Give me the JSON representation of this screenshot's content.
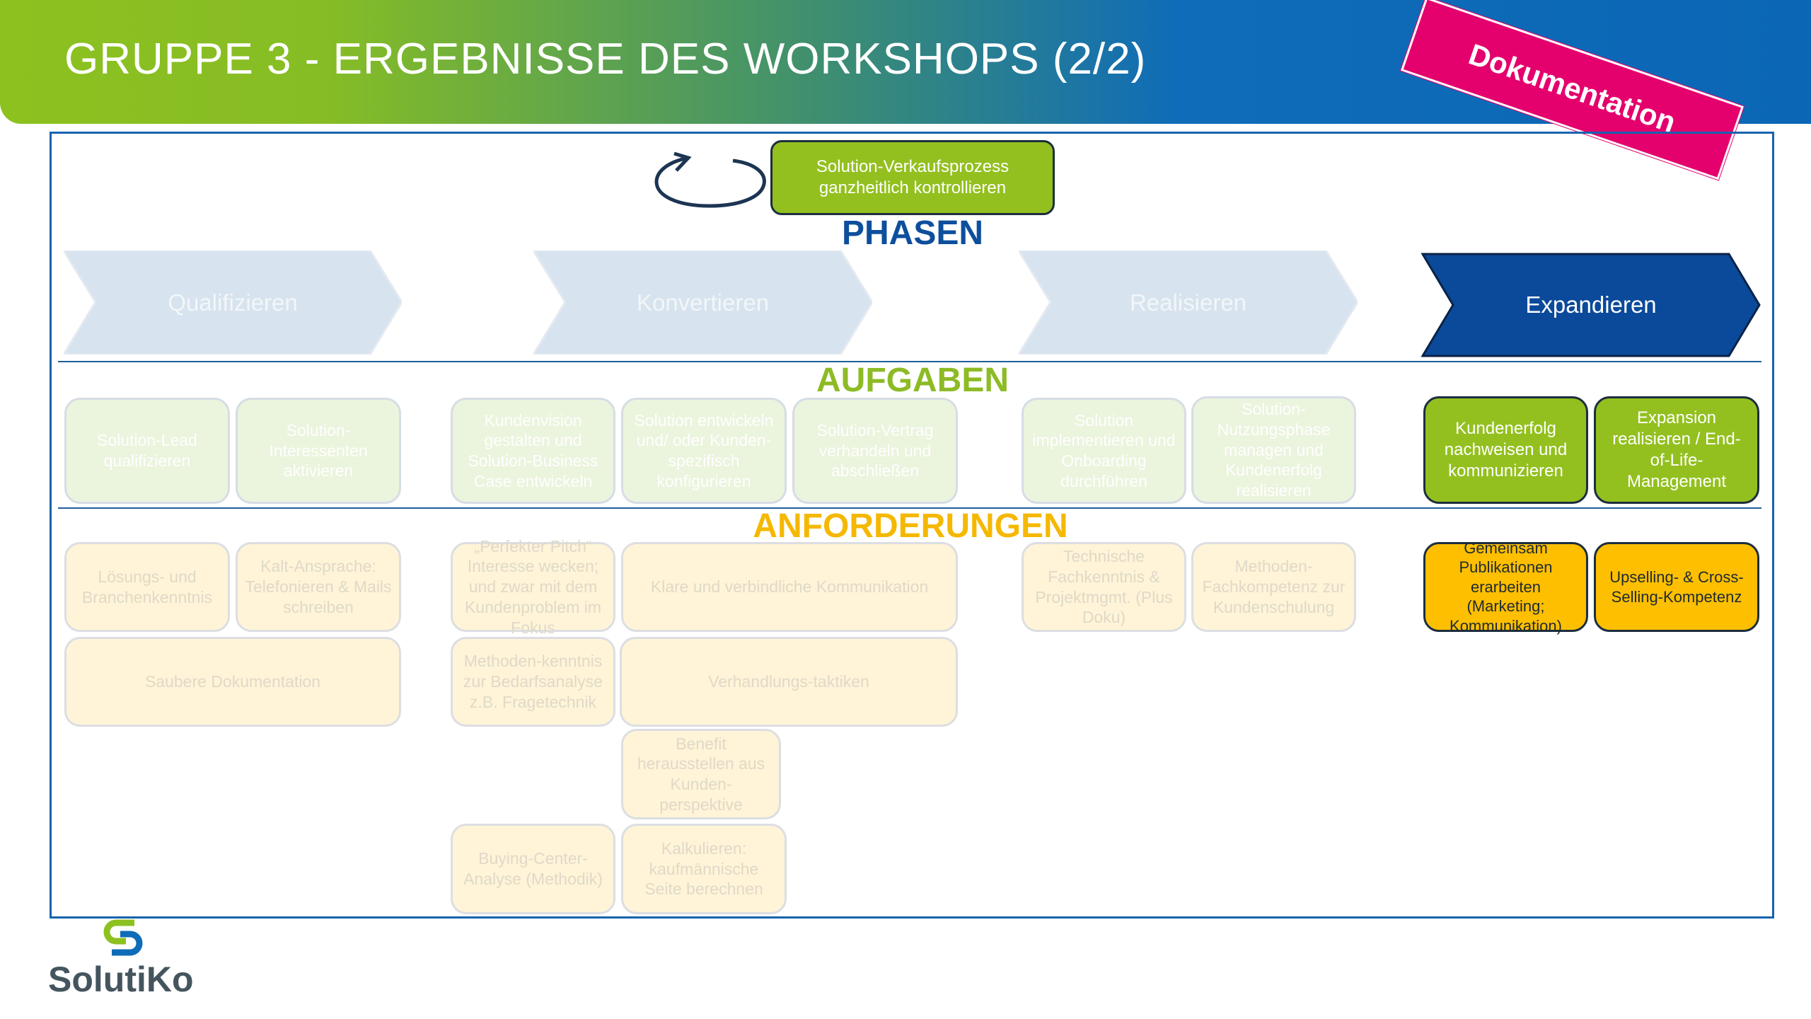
{
  "header": {
    "title": "GRUPPE 3 - ERGEBNISSE DES WORKSHOPS (2/2)",
    "stamp": "Dokumentation"
  },
  "top_box": "Solution-Verkaufsprozess ganzheitlich kontrollieren",
  "sections": {
    "phasen": "PHASEN",
    "aufgaben": "AUFGABEN",
    "anforderungen": "ANFORDERUNGEN"
  },
  "phases": [
    "Qualifizieren",
    "Konvertieren",
    "Realisieren",
    "Expandieren"
  ],
  "aufgaben": [
    "Solution-Lead qualifizieren",
    "Solution-Interessenten aktivieren",
    "Kundenvision gestalten und Solution-Business Case entwickeln",
    "Solution entwickeln und/ oder Kunden-spezifisch konfigurieren",
    "Solution-Vertrag verhandeln und abschließen",
    "Solution implementieren und Onboarding durchführen",
    "Solution-Nutzungsphase managen und Kundenerfolg realisieren",
    "Kundenerfolg nachweisen und kommunizieren",
    "Expansion realisieren / End-of-Life-Management"
  ],
  "anforderungen": [
    "Lösungs- und Branchenkenntnis",
    "Kalt-Ansprache: Telefonieren & Mails schreiben",
    "„Perfekter Pitch“ Interesse wecken; und zwar mit dem Kundenproblem im Fokus",
    "Klare und verbindliche Kommunikation",
    "Technische Fachkenntnis & Projektmgmt. (Plus Doku)",
    "Methoden-Fachkompetenz zur Kundenschulung",
    "Gemeinsam Publikationen erarbeiten (Marketing; Kommunikation)",
    "Upselling- & Cross-Selling-Kompetenz",
    "Saubere Dokumentation",
    "Methoden-kenntnis zur Bedarfsanalyse z.B. Fragetechnik",
    "Verhandlungs-taktiken",
    "Benefit herausstellen aus Kunden-perspektive",
    "Buying-Center-Analyse (Methodik)",
    "Kalkulieren: kaufmännische Seite berechnen"
  ],
  "logo": "SolutiKo",
  "colors": {
    "green": "#93c01f",
    "blue": "#0b4a9a",
    "yellow": "#fdbf00",
    "pink": "#e4006d"
  }
}
